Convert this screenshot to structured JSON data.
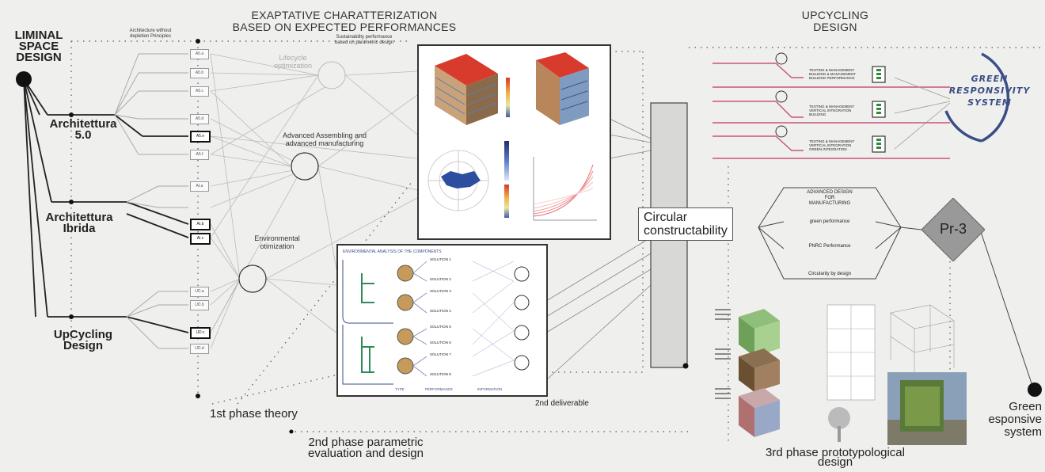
{
  "headings": {
    "exaptative": "EXAPTATIVE CHARATTERIZATION\nBASED ON EXPECTED PERFORMANCES",
    "upcycling": "UPCYCLING\nDESIGN"
  },
  "left": {
    "liminal": "LIMINAL\nSPACE\nDESIGN",
    "branches": [
      {
        "label": "Architettura\n5.0"
      },
      {
        "label": "Architettura\nIbrida"
      },
      {
        "label": "UpCycling\nDesign"
      }
    ],
    "note": "Architecture without\ndepletion Principles"
  },
  "codes": [
    "A5.a",
    "A5.b",
    "A5.c",
    "A5.d",
    "A5.e",
    "A5.f",
    "AI.a",
    "AI.b",
    "AI.c",
    "UD.a",
    "UD.b",
    "UD.c",
    "UD.d"
  ],
  "middle_nodes": [
    {
      "label": "Lifecycle\noptimization"
    },
    {
      "label": "Advanced Assembling and\nadvanced manufacturing"
    },
    {
      "label": "Environmental\notimization"
    }
  ],
  "card1": {
    "caption": "Sustainability performance\nbased on parametric design"
  },
  "card2": {
    "title": "ENVIRONMENTAL ANALYSIS OF THE COMPONENTS",
    "solutions": [
      "SOLUTION 1",
      "SOLUTION 2",
      "SOLUTION 3",
      "SOLUTION 4",
      "SOLUTION 5",
      "SOLUTION 6",
      "SOLUTION 7",
      "SOLUTION 8"
    ],
    "footer": [
      "TYPE",
      "PERFORMANCE",
      "INFORMATION"
    ]
  },
  "deliverable": "2nd deliverable",
  "circular": "Circular\nconstructability",
  "criteria": [
    "ADVANCED DESIGN\nFOR\nMANUFACTURING",
    "green performance",
    "PNRC Performance",
    "Circularity by design"
  ],
  "pr3": "Pr-3",
  "green_system": "GREEN\nRESPONSIVITY\nSYSTEM",
  "upcycling_rows": [
    {
      "text": "TESTING & MANAGEMENT\nBUILDING & MANAGEMENT\nBUILDING PERFORMANCE"
    },
    {
      "text": "TESTING & MANAGEMENT\nVERTICAL INTEGRATION\nBUILDING"
    },
    {
      "text": "TESTING & MANAGEMENT\nVERTICAL INTEGRATION\nGREEN INTEGRATION"
    }
  ],
  "phases": {
    "p1": "1st phase theory",
    "p2": "2nd phase parametric\nevaluation and design",
    "p3": "3rd phase prototypological\ndesign"
  },
  "end_label": "Green\nesponsive\nsystem",
  "colors": {
    "accent_blue": "#3a4e86",
    "roof_red": "#d83a2c",
    "line": "#333333",
    "pink": "#c8557a"
  }
}
